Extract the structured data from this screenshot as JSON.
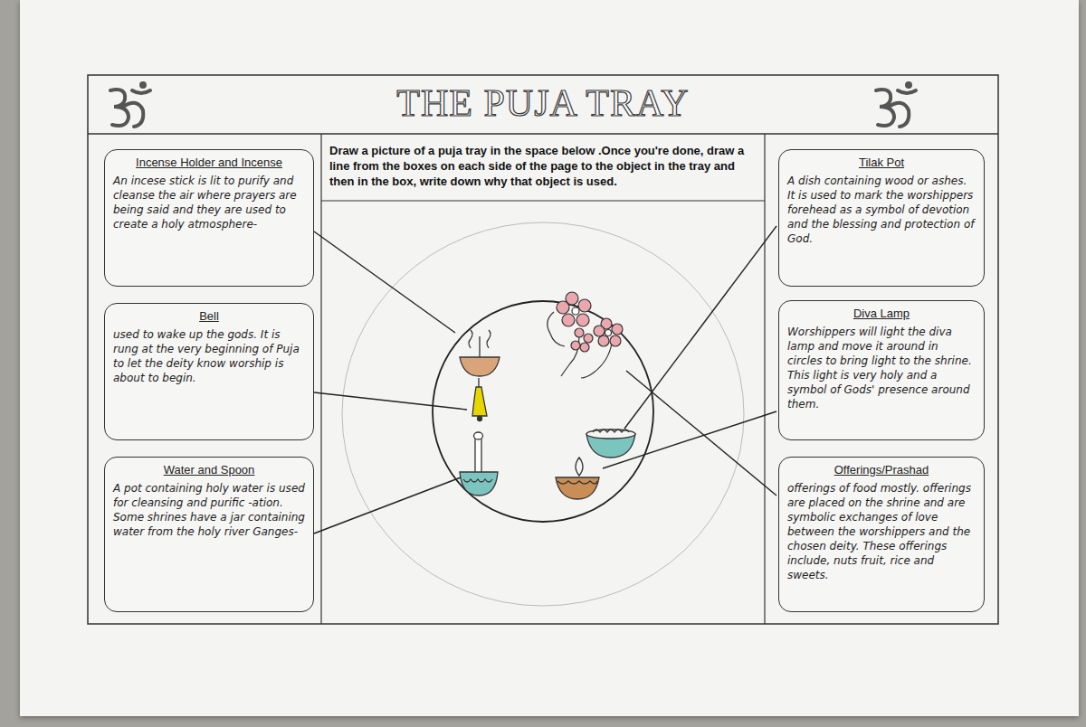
{
  "diagram": {
    "title": "THE PUJA TRAY",
    "nodes": [
      {
        "text": [
          "Incense Holder and Incense",
          "An incese stick is lit to purify and cleanse the air where prayers are being said and they are used to create a holy atmosphere-"
        ]
      },
      {
        "text": [
          "Bell",
          "used to wake up the gods. It is rung at the very beginning of Puja to let the deity know worship is about to begin."
        ]
      },
      {
        "text": [
          "Water and Spoon",
          "A pot containing holy water is used for cleansing and purific -ation. Some shrines have a jar containing water from the holy river Ganges-"
        ]
      },
      {
        "text": [
          "Tilak Pot",
          "A dish containing wood or ashes. It is used to mark the worshippers forehead as a symbol of devotion and the blessing and protection of God."
        ]
      },
      {
        "text": [
          "Diva Lamp",
          "Worshippers will light the diva lamp and move it around in circles to bring light to the shrine. This light is very holy and a symbol of Gods' presence around them."
        ]
      },
      {
        "text": [
          "Offerings/Prashad",
          "offerings of food mostly. offerings are placed on the shrine and are symbolic exchanges of love between the worshippers and the chosen deity. These offerings include, nuts fruit, rice and sweets."
        ]
      }
    ],
    "labels": [
      "Draw a picture of a puja tray in the space below .Once you're done, draw a line from the boxes on each side of the page to the object in the tray and then in the box, write down why that object is used."
    ]
  }
}
